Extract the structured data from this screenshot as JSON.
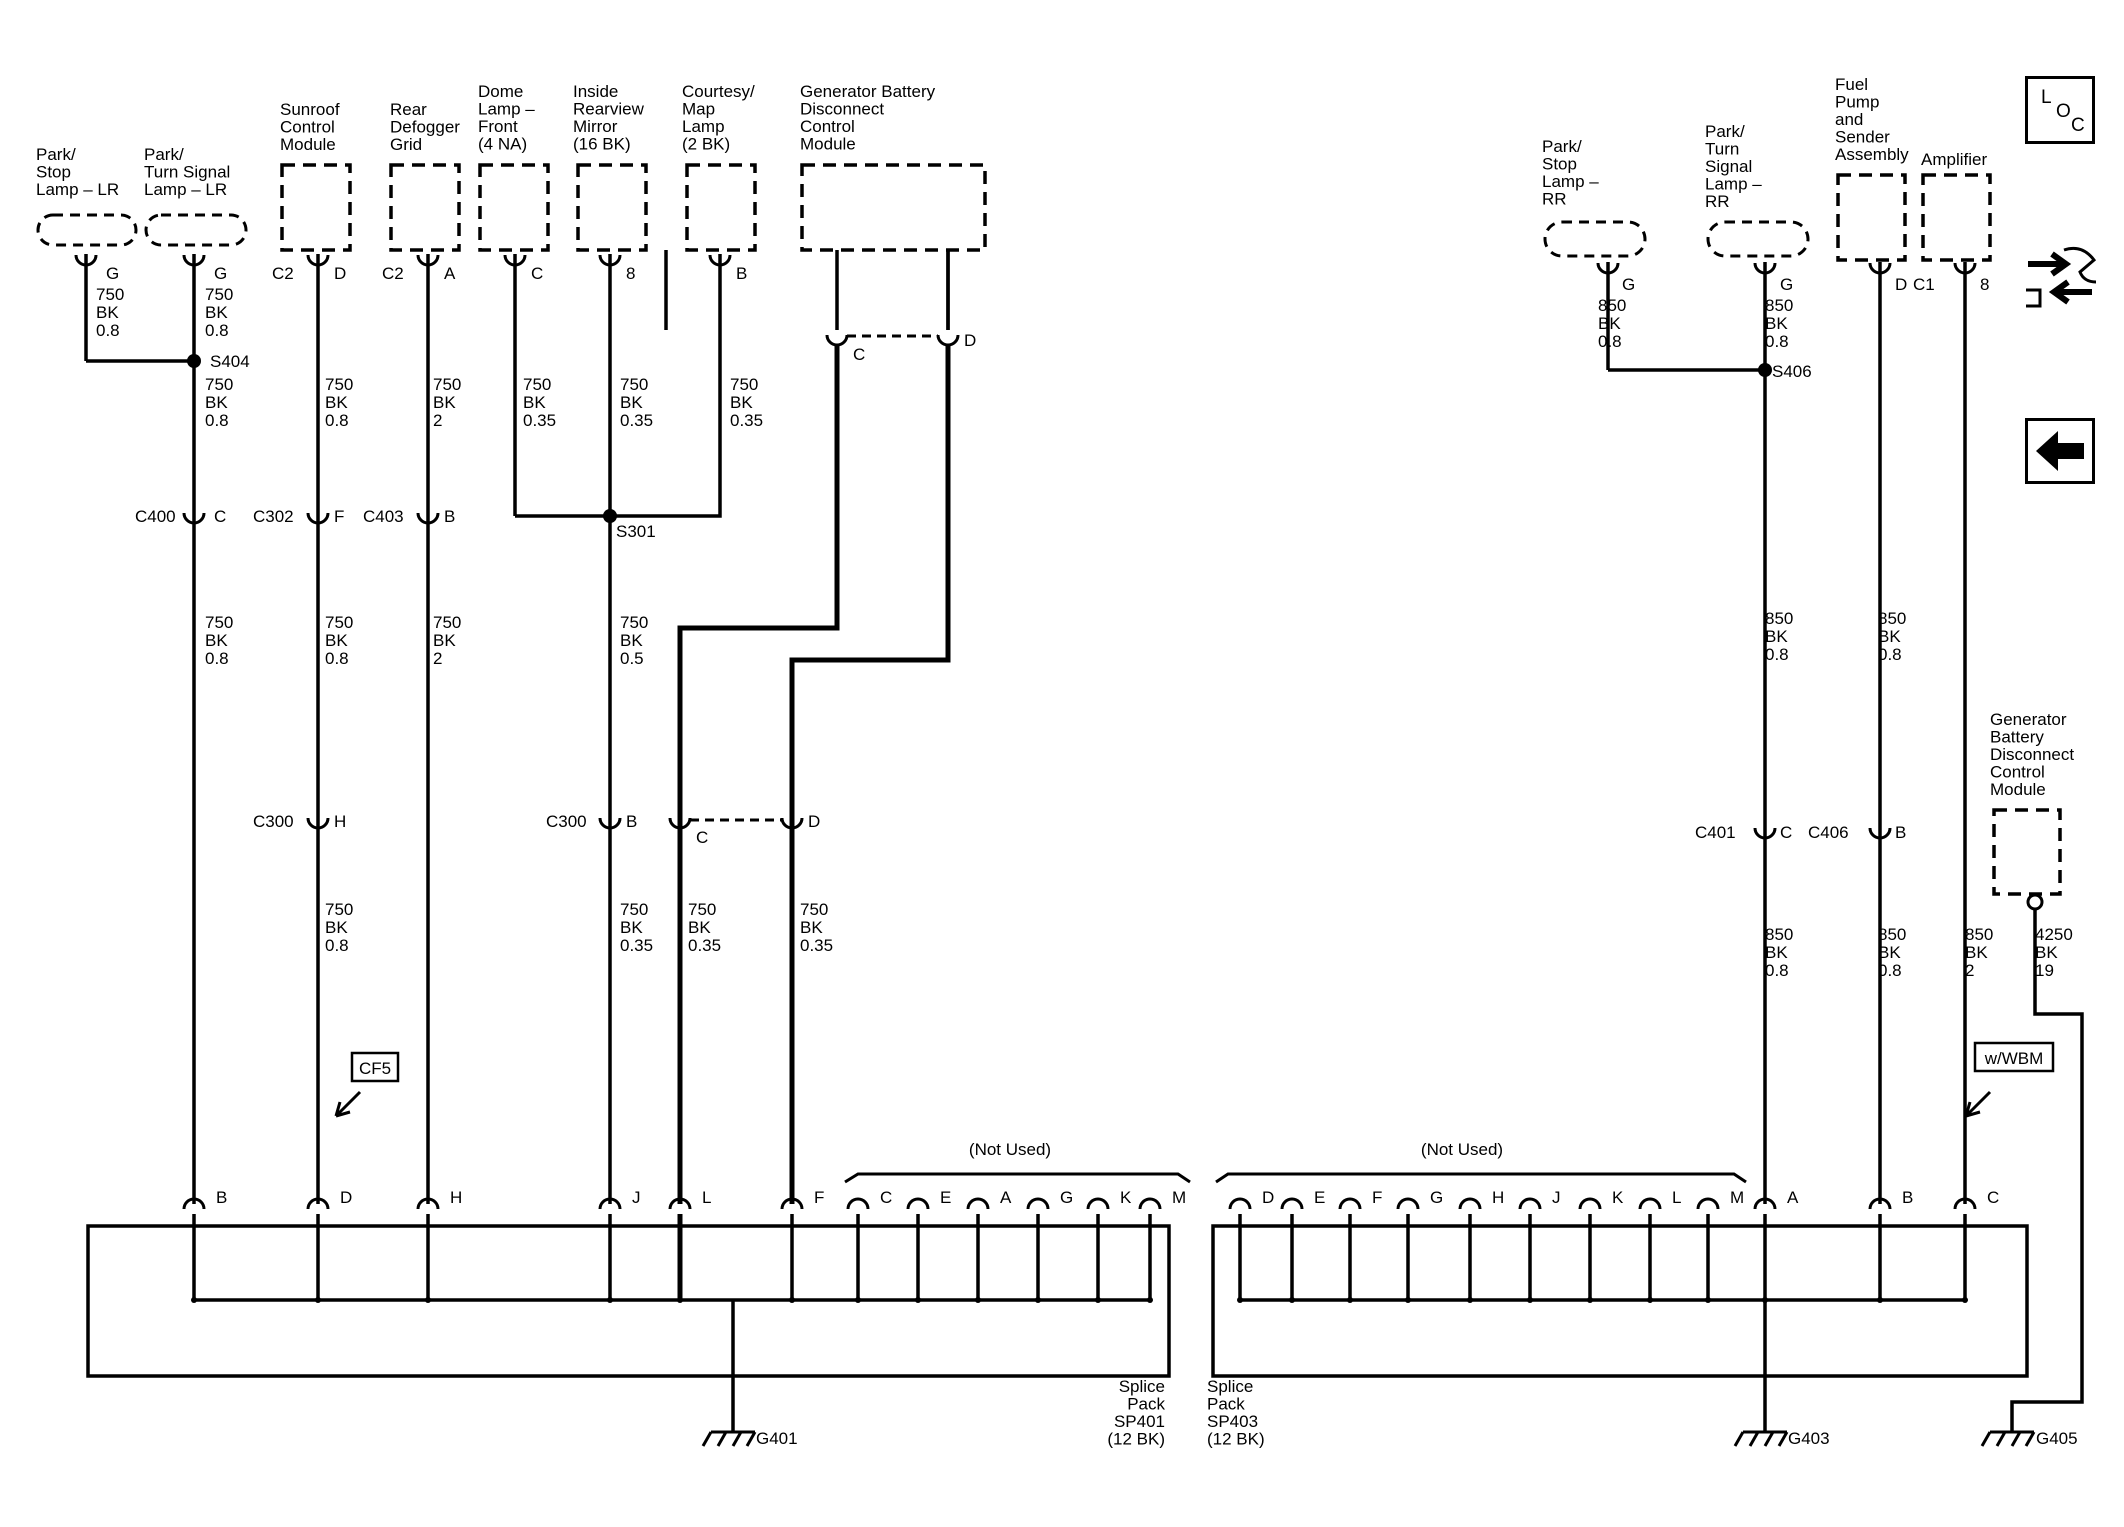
{
  "nav": {
    "loc_letters": [
      "L",
      "O",
      "C"
    ],
    "icons": [
      "loc-icon",
      "connector-swap-icon",
      "back-arrow-icon"
    ]
  },
  "components": [
    {
      "lines": [
        "Park/",
        "Stop",
        "Lamp – LR"
      ]
    },
    {
      "lines": [
        "Park/",
        "Turn Signal",
        "Lamp – LR"
      ]
    },
    {
      "lines": [
        "Sunroof",
        "Control",
        "Module"
      ]
    },
    {
      "lines": [
        "Rear",
        "Defogger",
        "Grid"
      ]
    },
    {
      "lines": [
        "Dome",
        "Lamp –",
        "Front",
        "(4 NA)"
      ]
    },
    {
      "lines": [
        "Inside",
        "Rearview",
        "Mirror",
        "(16 BK)"
      ]
    },
    {
      "lines": [
        "Courtesy/",
        "Map",
        "Lamp",
        "(2 BK)"
      ]
    },
    {
      "lines": [
        "Generator Battery",
        "Disconnect",
        "Control",
        "Module"
      ]
    },
    {
      "lines": [
        "Park/",
        "Stop",
        "Lamp –",
        "RR"
      ]
    },
    {
      "lines": [
        "Park/",
        "Turn",
        "Signal",
        "Lamp –",
        "RR"
      ]
    },
    {
      "lines": [
        "Fuel",
        "Pump",
        "and",
        "Sender",
        "Assembly"
      ]
    },
    {
      "lines": [
        "Amplifier"
      ]
    },
    {
      "lines": [
        "Generator",
        "Battery",
        "Disconnect",
        "Control",
        "Module"
      ]
    }
  ],
  "pins": [
    "G",
    "G",
    "C2",
    "D",
    "C2",
    "A",
    "C",
    "8",
    "B",
    "C",
    "D",
    "C",
    "D",
    "G",
    "G",
    "D",
    "C1",
    "8"
  ],
  "inlines": [
    "C400",
    "C",
    "C302",
    "F",
    "C403",
    "B",
    "C300",
    "H",
    "C300",
    "B",
    "C",
    "D",
    "C401",
    "C",
    "C406",
    "B"
  ],
  "splices": [
    "S404",
    "S301",
    "S406"
  ],
  "wires": [
    {
      "lines": [
        "750",
        "BK",
        "0.8"
      ]
    },
    {
      "lines": [
        "750",
        "BK",
        "0.8"
      ]
    },
    {
      "lines": [
        "750",
        "BK",
        "0.8"
      ]
    },
    {
      "lines": [
        "750",
        "BK",
        "0.8"
      ]
    },
    {
      "lines": [
        "750",
        "BK",
        "2"
      ]
    },
    {
      "lines": [
        "750",
        "BK",
        "0.35"
      ]
    },
    {
      "lines": [
        "750",
        "BK",
        "0.35"
      ]
    },
    {
      "lines": [
        "750",
        "BK",
        "0.35"
      ]
    },
    {
      "lines": [
        "750",
        "BK",
        "0.8"
      ]
    },
    {
      "lines": [
        "750",
        "BK",
        "0.8"
      ]
    },
    {
      "lines": [
        "750",
        "BK",
        "2"
      ]
    },
    {
      "lines": [
        "750",
        "BK",
        "0.5"
      ]
    },
    {
      "lines": [
        "750",
        "BK",
        "0.8"
      ]
    },
    {
      "lines": [
        "750",
        "BK",
        "0.35"
      ]
    },
    {
      "lines": [
        "750",
        "BK",
        "0.35"
      ]
    },
    {
      "lines": [
        "750",
        "BK",
        "0.35"
      ]
    },
    {
      "lines": [
        "850",
        "BK",
        "0.8"
      ]
    },
    {
      "lines": [
        "850",
        "BK",
        "0.8"
      ]
    },
    {
      "lines": [
        "850",
        "BK",
        "0.8"
      ]
    },
    {
      "lines": [
        "850",
        "BK",
        "0.8"
      ]
    },
    {
      "lines": [
        "850",
        "BK",
        "0.8"
      ]
    },
    {
      "lines": [
        "850",
        "BK",
        "0.8"
      ]
    },
    {
      "lines": [
        "850",
        "BK",
        "2"
      ]
    },
    {
      "lines": [
        "4250",
        "BK",
        "19"
      ]
    }
  ],
  "packs": [
    {
      "lines": [
        "Splice",
        "Pack",
        "SP401",
        "(12 BK)"
      ]
    },
    {
      "lines": [
        "Splice",
        "Pack",
        "SP403",
        "(12 BK)"
      ]
    }
  ],
  "pack_pins": [
    "B",
    "D",
    "H",
    "J",
    "L",
    "F",
    "C",
    "E",
    "A",
    "G",
    "K",
    "M",
    "D",
    "E",
    "F",
    "G",
    "H",
    "J",
    "K",
    "L",
    "M",
    "A",
    "B",
    "C"
  ],
  "not_used": [
    "(Not Used)",
    "(Not Used)"
  ],
  "tags": [
    "CF5",
    "w/WBM"
  ],
  "grounds": [
    "G401",
    "G403",
    "G405"
  ]
}
